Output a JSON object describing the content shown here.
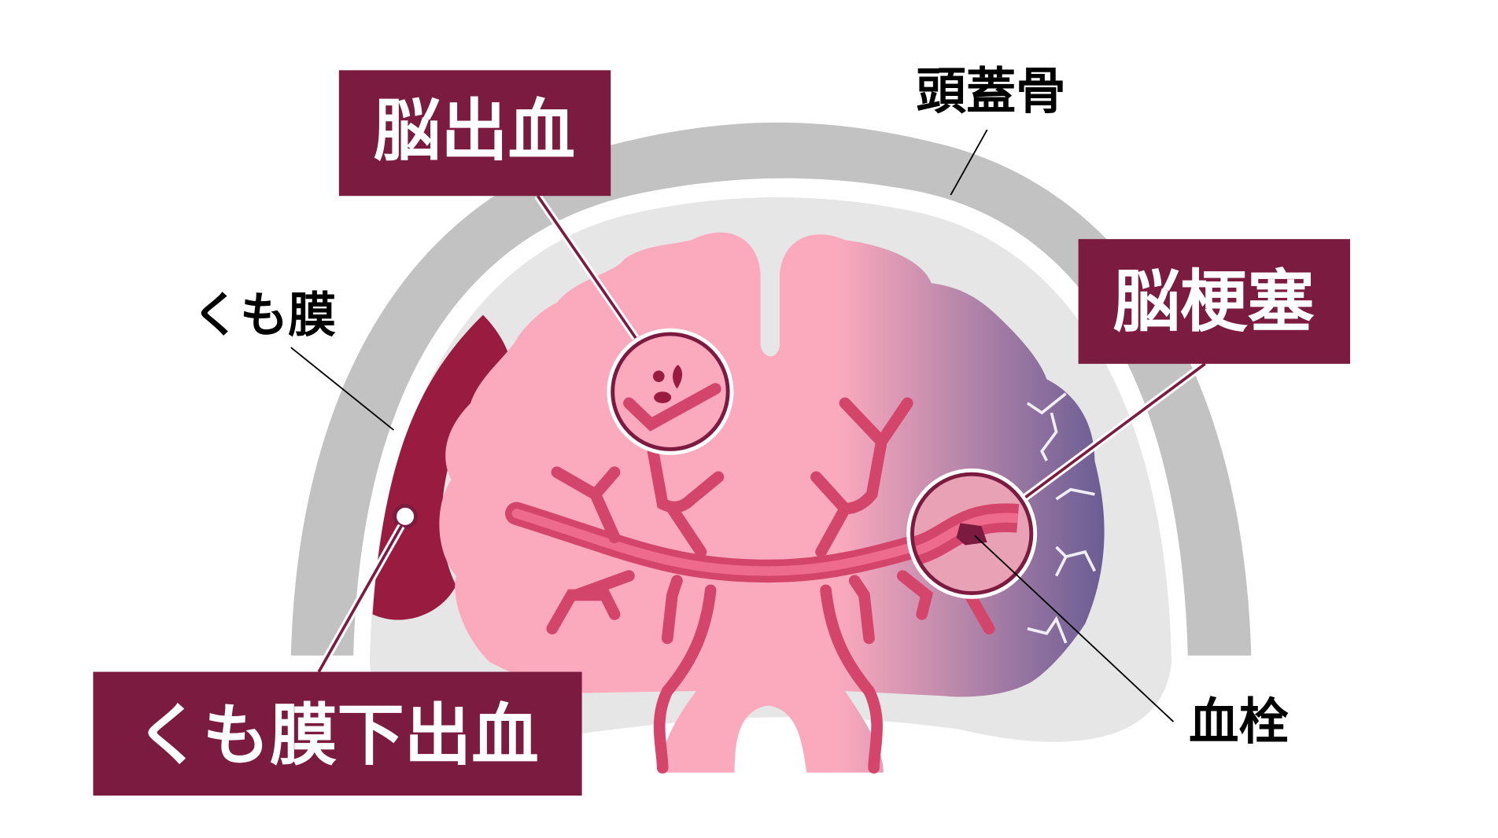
{
  "labels": {
    "intracerebral_hemorrhage": "脳出血",
    "cerebral_infarction": "脳梗塞",
    "subarachnoid_hemorrhage": "くも膜下出血",
    "arachnoid": "くも膜",
    "skull": "頭蓋骨",
    "thrombus": "血栓"
  },
  "colors": {
    "label_box": "#7a1b3f",
    "brain": "#fbaabd",
    "vessel": "#d4456b",
    "hemorrhage": "#9a1b40",
    "skull": "#c2c2c2",
    "meninges": "#e6e6e6",
    "infarct": "#6a5d94"
  }
}
